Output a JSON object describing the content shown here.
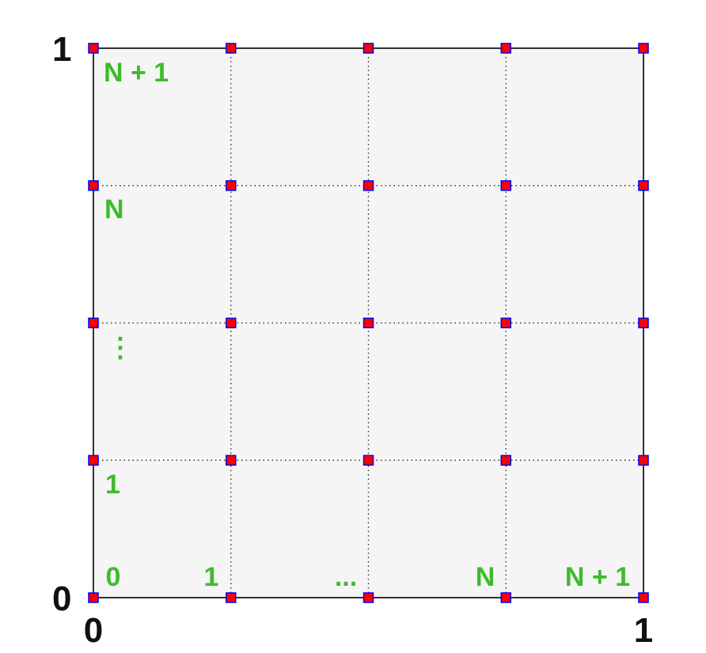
{
  "chart_data": {
    "type": "diagram",
    "grid_lines": true,
    "axis_labels": {
      "x_min": "0",
      "x_max": "1",
      "y_min": "0",
      "y_max": "1"
    },
    "x_index_labels": [
      "0",
      "1",
      "...",
      "N",
      "N + 1"
    ],
    "y_index_labels": [
      "1",
      "⋮",
      "N",
      "N + 1"
    ],
    "node_values": [
      0,
      0.25,
      0.5,
      0.75,
      1
    ],
    "colors": {
      "node_fill": "#ff0000",
      "node_stroke": "#0000ff",
      "label_color": "#3dbb2c",
      "domain_fill": "#f5f5f5",
      "border": "#333333",
      "grid": "#333333"
    }
  }
}
